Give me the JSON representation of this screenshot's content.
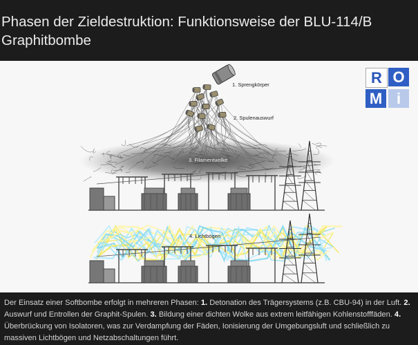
{
  "page": {
    "title": "Phasen der Zieldestruktion: Funktionsweise der BLU-114/B Graphitbombe"
  },
  "figure": {
    "labels": {
      "phase1": "1. Sprengkörper",
      "phase2": "2. Spulenauswurf",
      "phase3": "3. Filamentwolke",
      "phase4": "4. Lichtbögen"
    },
    "logo": {
      "letters": [
        "R",
        "O",
        "M",
        "i"
      ],
      "colors": [
        "#2a56b8",
        "#ffffff",
        "#ffffff",
        "#ffffff"
      ],
      "cell_colors": [
        "#ffffff",
        "#2f5fc4",
        "#2f5fc4",
        "#b9c9ea"
      ]
    }
  },
  "caption": {
    "lead": "Der Einsatz einer Softbombe erfolgt in mehreren Phasen: ",
    "steps": [
      {
        "num": "1.",
        "text": " Detonation des Trägersystems (z.B. CBU-94) in der Luft. "
      },
      {
        "num": "2.",
        "text": " Auswurf und Entrollen der Graphit-Spulen. "
      },
      {
        "num": "3.",
        "text": " Bildung einer dichten Wolke aus extrem leitfähigen Kohlenstofffäden. "
      },
      {
        "num": "4.",
        "text": " Überbrückung von Isolatoren, was zur Verdampfung der Fäden, Ionisierung der Umgebungsluft und schließlich zu massiven Lichtbögen und Netzabschaltungen führt."
      }
    ]
  }
}
